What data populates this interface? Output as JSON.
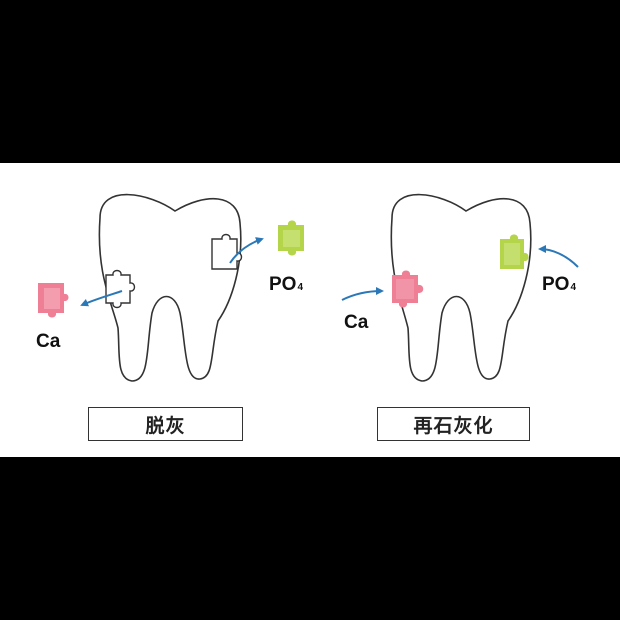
{
  "panels": {
    "demineralization": {
      "caption": "脱灰",
      "ion_calcium": "Ca",
      "ion_phosphate_main": "PO",
      "ion_phosphate_sub": "4"
    },
    "remineralization": {
      "caption": "再石灰化",
      "ion_calcium": "Ca",
      "ion_phosphate_main": "PO",
      "ion_phosphate_sub": "4"
    }
  },
  "colors": {
    "background": "#000000",
    "panel": "#ffffff",
    "outline": "#333333",
    "calcium_piece": "#ee7f95",
    "phosphate_piece": "#b4d44a",
    "arrow": "#2b78b8"
  },
  "icons": [
    "tooth-outline",
    "puzzle-piece",
    "arrow"
  ]
}
